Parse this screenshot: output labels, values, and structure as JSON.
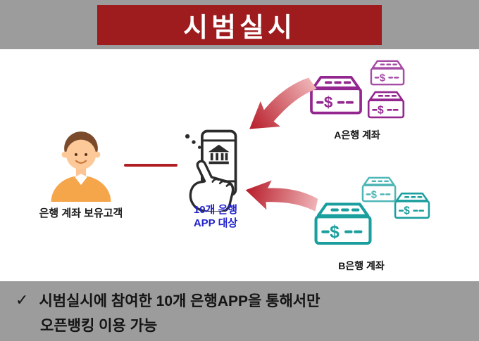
{
  "title": "시범실시",
  "diagram": {
    "customer_label": "은행 계좌 보유고객",
    "phone_label_line1": "10개 은행",
    "phone_label_line2": "APP 대상",
    "bank_a_label": "A은행 계좌",
    "bank_b_label": "B은행 계좌",
    "machine_display": "$"
  },
  "footer": {
    "check": "✓",
    "line1": "시범실시에 참여한 10개 은행APP을 통해서만",
    "line2": "오픈뱅킹 이용 가능"
  },
  "colors": {
    "band_gray": "#9c9c9c",
    "banner_red": "#9e1b1e",
    "arrow_red": "#b71c29",
    "connector_red": "#b01f24",
    "bank_a_purple": "#93278f",
    "bank_b_teal": "#1a9e9e",
    "app_label_blue": "#2222cc"
  }
}
